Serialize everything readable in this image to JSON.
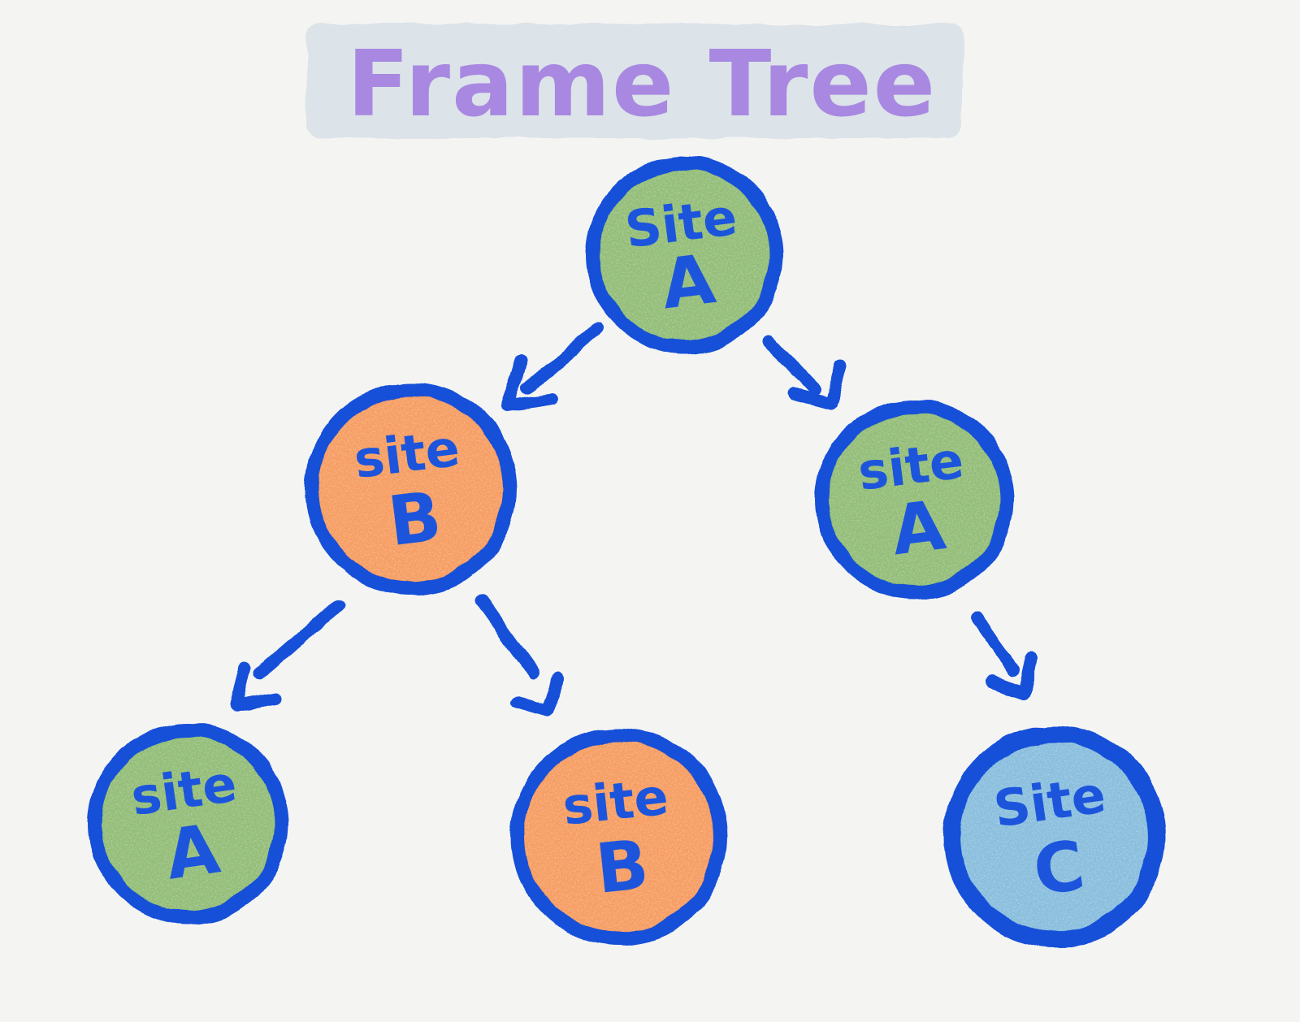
{
  "title": {
    "text": "Frame Tree"
  },
  "colors": {
    "background": "#f4f4f2",
    "outline_blue": "#1450d8",
    "label_blue": "#1c55dc",
    "green": "#93bd78",
    "orange": "#f69d62",
    "light_blue": "#89bedd",
    "title_purple": "#a888e0",
    "title_highlight": "#dce3e9",
    "speckle": "#ffffff"
  },
  "nodes": [
    {
      "id": "site-a-root",
      "line1": "Site",
      "line2": "A",
      "fill": "green"
    },
    {
      "id": "site-b-mid",
      "line1": "site",
      "line2": "B",
      "fill": "orange"
    },
    {
      "id": "site-a-mid",
      "line1": "site",
      "line2": "A",
      "fill": "green"
    },
    {
      "id": "site-a-leaf",
      "line1": "site",
      "line2": "A",
      "fill": "green"
    },
    {
      "id": "site-b-leaf",
      "line1": "site",
      "line2": "B",
      "fill": "orange"
    },
    {
      "id": "site-c-leaf",
      "line1": "Site",
      "line2": "C",
      "fill": "light_blue"
    }
  ],
  "edges": [
    {
      "from": "site-a-root",
      "to": "site-b-mid"
    },
    {
      "from": "site-a-root",
      "to": "site-a-mid"
    },
    {
      "from": "site-b-mid",
      "to": "site-a-leaf"
    },
    {
      "from": "site-b-mid",
      "to": "site-b-leaf"
    },
    {
      "from": "site-a-mid",
      "to": "site-c-leaf"
    }
  ]
}
